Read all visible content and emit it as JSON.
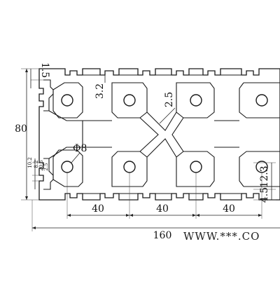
{
  "drawing": {
    "overall_width": "160",
    "overall_height": "80",
    "pitch_1": "40",
    "pitch_2": "40",
    "pitch_3": "40",
    "bore_diameter": "Φ8",
    "wall_thickness_top": "3.2",
    "web_thickness": "2.5",
    "slot_depth": "1.5",
    "slot_width": "12.3",
    "slot_lip": "4.5",
    "slot_dims_left": [
      "10.2",
      "8.2",
      "20.5",
      "2.5"
    ]
  },
  "watermark": "WWW.***.CO"
}
